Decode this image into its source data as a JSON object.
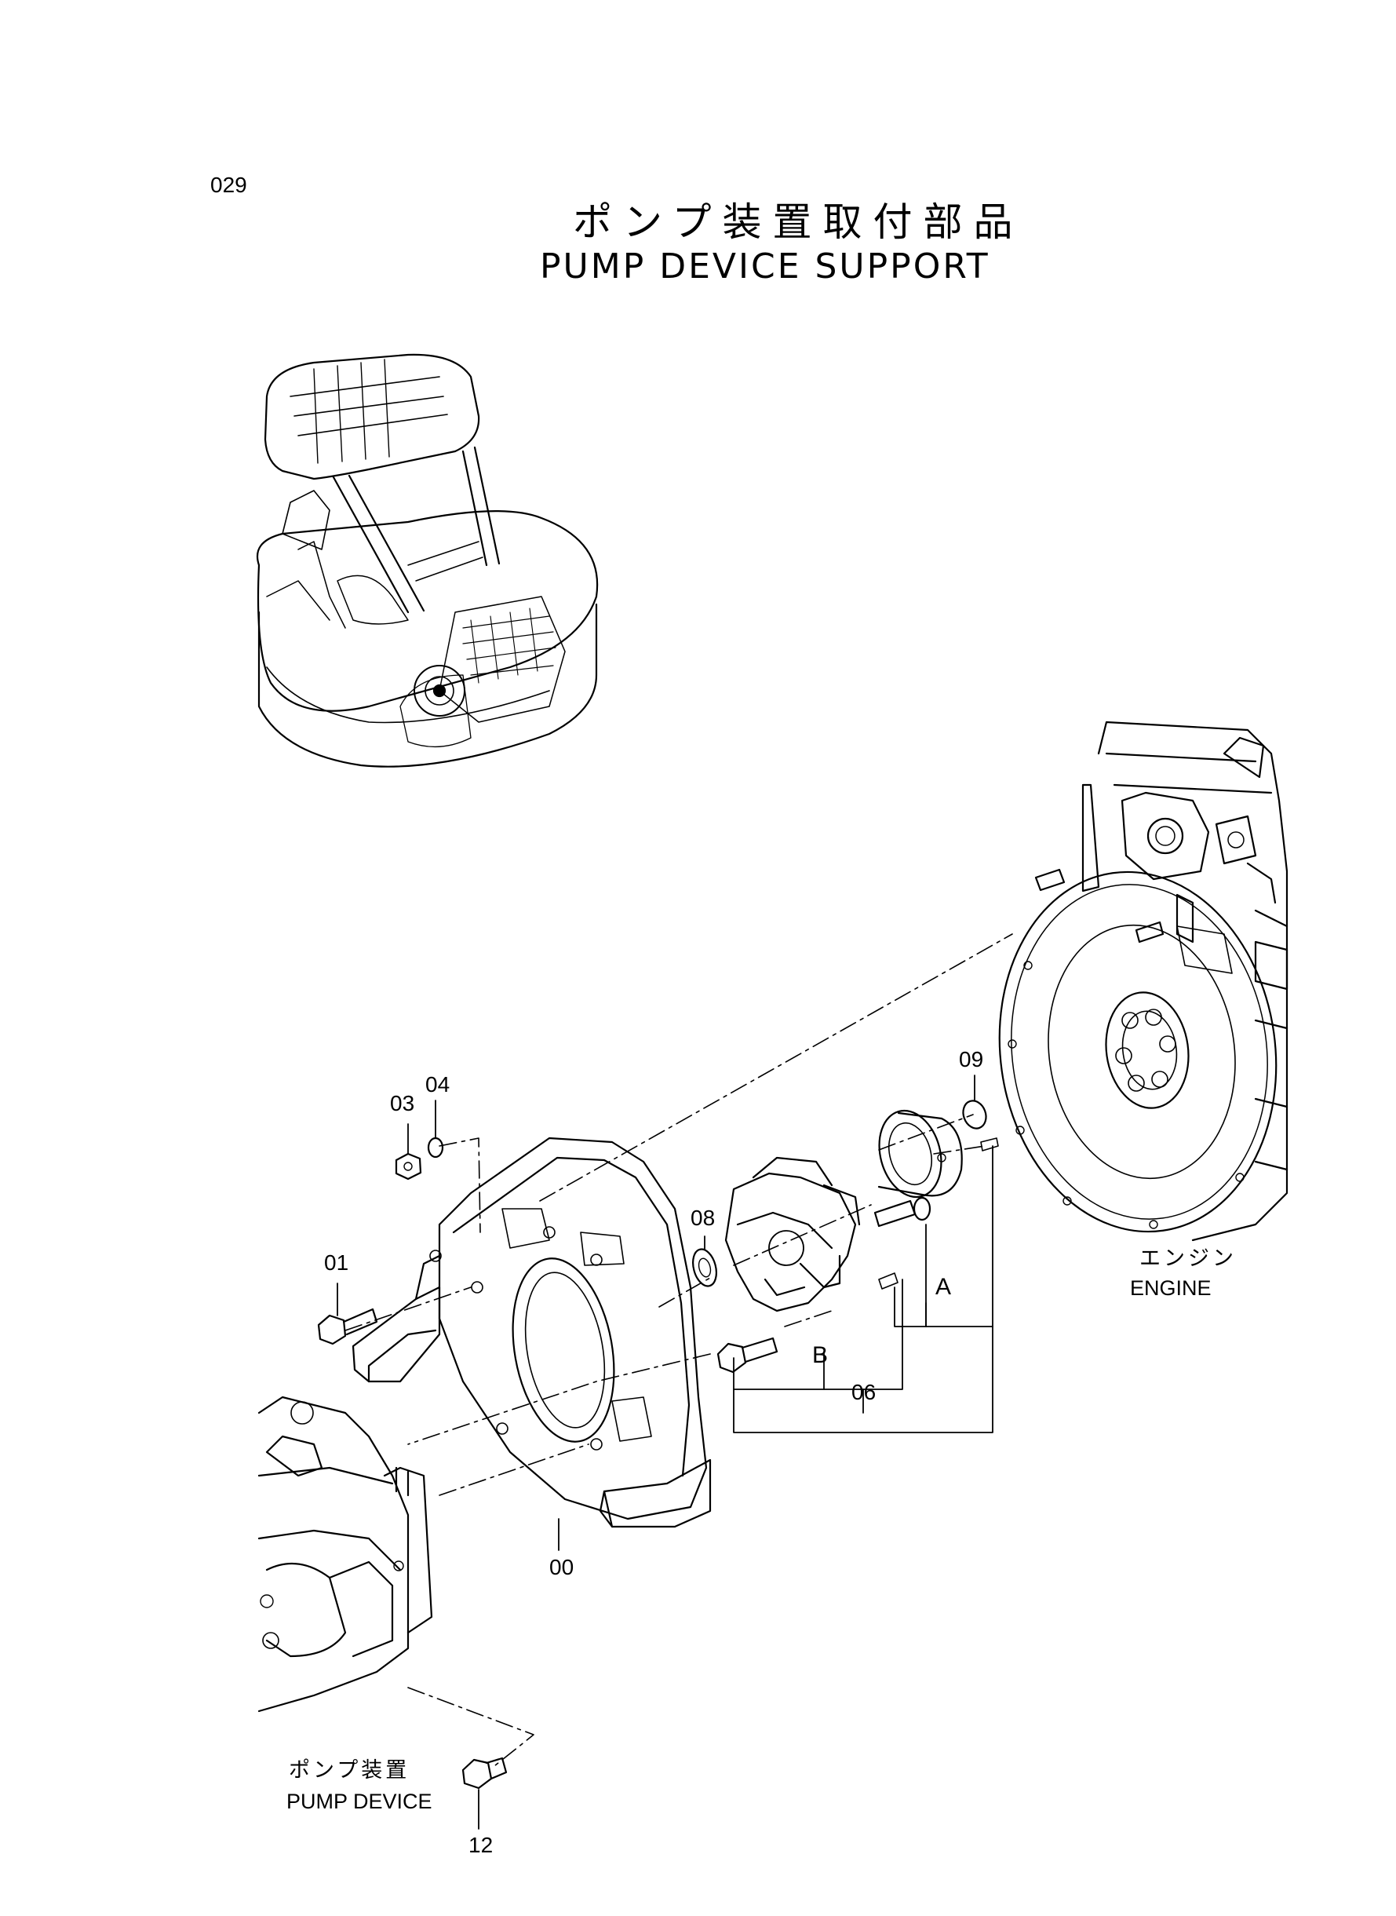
{
  "page": {
    "number": "029",
    "title_jp": "ポンプ装置取付部品",
    "title_en": "PUMP DEVICE SUPPORT"
  },
  "labels": {
    "engine_jp": "エンジン",
    "engine_en": "ENGINE",
    "pump_jp": "ポンプ装置",
    "pump_en": "PUMP DEVICE",
    "ref_a": "A",
    "ref_b": "B"
  },
  "parts": {
    "p00": "00",
    "p01": "01",
    "p03": "03",
    "p04": "04",
    "p06": "06",
    "p08": "08",
    "p09": "09",
    "p12": "12"
  }
}
